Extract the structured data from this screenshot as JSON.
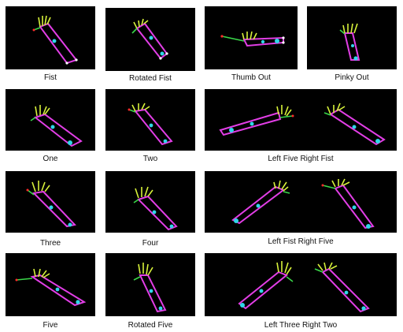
{
  "grid": {
    "cells": [
      {
        "caption": "Fist"
      },
      {
        "caption": "Rotated Fist"
      },
      {
        "caption": "Thumb Out"
      },
      {
        "caption": "Pinky Out"
      },
      {
        "caption": "One"
      },
      {
        "caption": "Two"
      },
      {
        "caption": "Left Five Right Fist"
      },
      {
        "caption": "Three"
      },
      {
        "caption": "Four"
      },
      {
        "caption": "Left Fist Right Five"
      },
      {
        "caption": "Five"
      },
      {
        "caption": "Rotated Five"
      },
      {
        "caption": "Left Three Right Two"
      }
    ]
  },
  "colors": {
    "panel_bg": "#000000",
    "forearm": "#e23ee6",
    "fingers": "#d8f23a",
    "thumb": "#3ad84a",
    "joint_blue": "#3aa0ff",
    "joint_cyan": "#2fd6e8",
    "tip_red": "#ff2a2a",
    "caption_text": "#111111"
  }
}
